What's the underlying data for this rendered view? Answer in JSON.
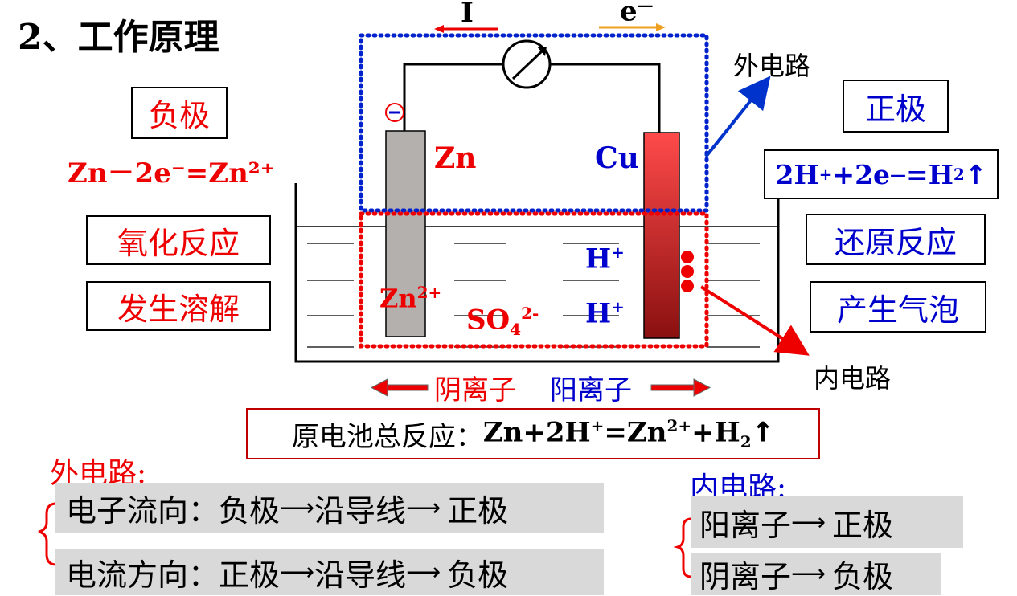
{
  "title": "2、工作原理",
  "labels": {
    "current_I": "I",
    "electron": "e",
    "electron_sup": "—",
    "external_circuit": "外电路",
    "internal_circuit": "内电路",
    "negative_electrode": "负极",
    "positive_electrode": "正极",
    "zn": "Zn",
    "cu": "Cu",
    "zn_ion": "Zn",
    "zn_ion_sup": "2+",
    "so4": "SO",
    "so4_sub": "4",
    "so4_sup": "2-",
    "h_plus_1": "H",
    "h_plus_2": "H",
    "plus": "+",
    "minus_sign": "-",
    "oxidation": "氧化反应",
    "dissolve": "发生溶解",
    "reduction": "还原反应",
    "bubbles": "产生气泡",
    "anion": "阴离子",
    "cation": "阳离子"
  },
  "equations": {
    "negative": "Zn－2e⁻=Zn²⁺",
    "positive_prefix": "2H",
    "positive_mid": "+2e",
    "positive_suffix": "=H",
    "positive_sub": "2",
    "positive_tail": "↑",
    "total_label": "原电池总反应：",
    "total_a": "Zn+2H",
    "total_b": "=Zn",
    "total_c": "+H",
    "total_sup_plus": "+",
    "total_sup_2plus": "2+",
    "total_sub_2": "2",
    "total_arrow": "↑"
  },
  "external": {
    "heading": "外电路:",
    "electron_flow": {
      "label": "电子流向：",
      "from": "负极",
      "via": "沿导线",
      "to": "正极"
    },
    "current_flow": {
      "label": "电流方向：",
      "from": "正极",
      "via": "沿导线",
      "to": "负极"
    }
  },
  "internal": {
    "heading": "内电路:",
    "cation_flow": {
      "ion": "阳离子",
      "to": "正极"
    },
    "anion_flow": {
      "ion": "阴离子",
      "to": "负极"
    }
  },
  "colors": {
    "red": "#ee0000",
    "blue": "#0000cc",
    "orange": "#f0a020",
    "zn_electrode": "#b4b0ae",
    "cu_electrode_top": "#ff4a4a",
    "cu_electrode_bottom": "#8a1010"
  }
}
